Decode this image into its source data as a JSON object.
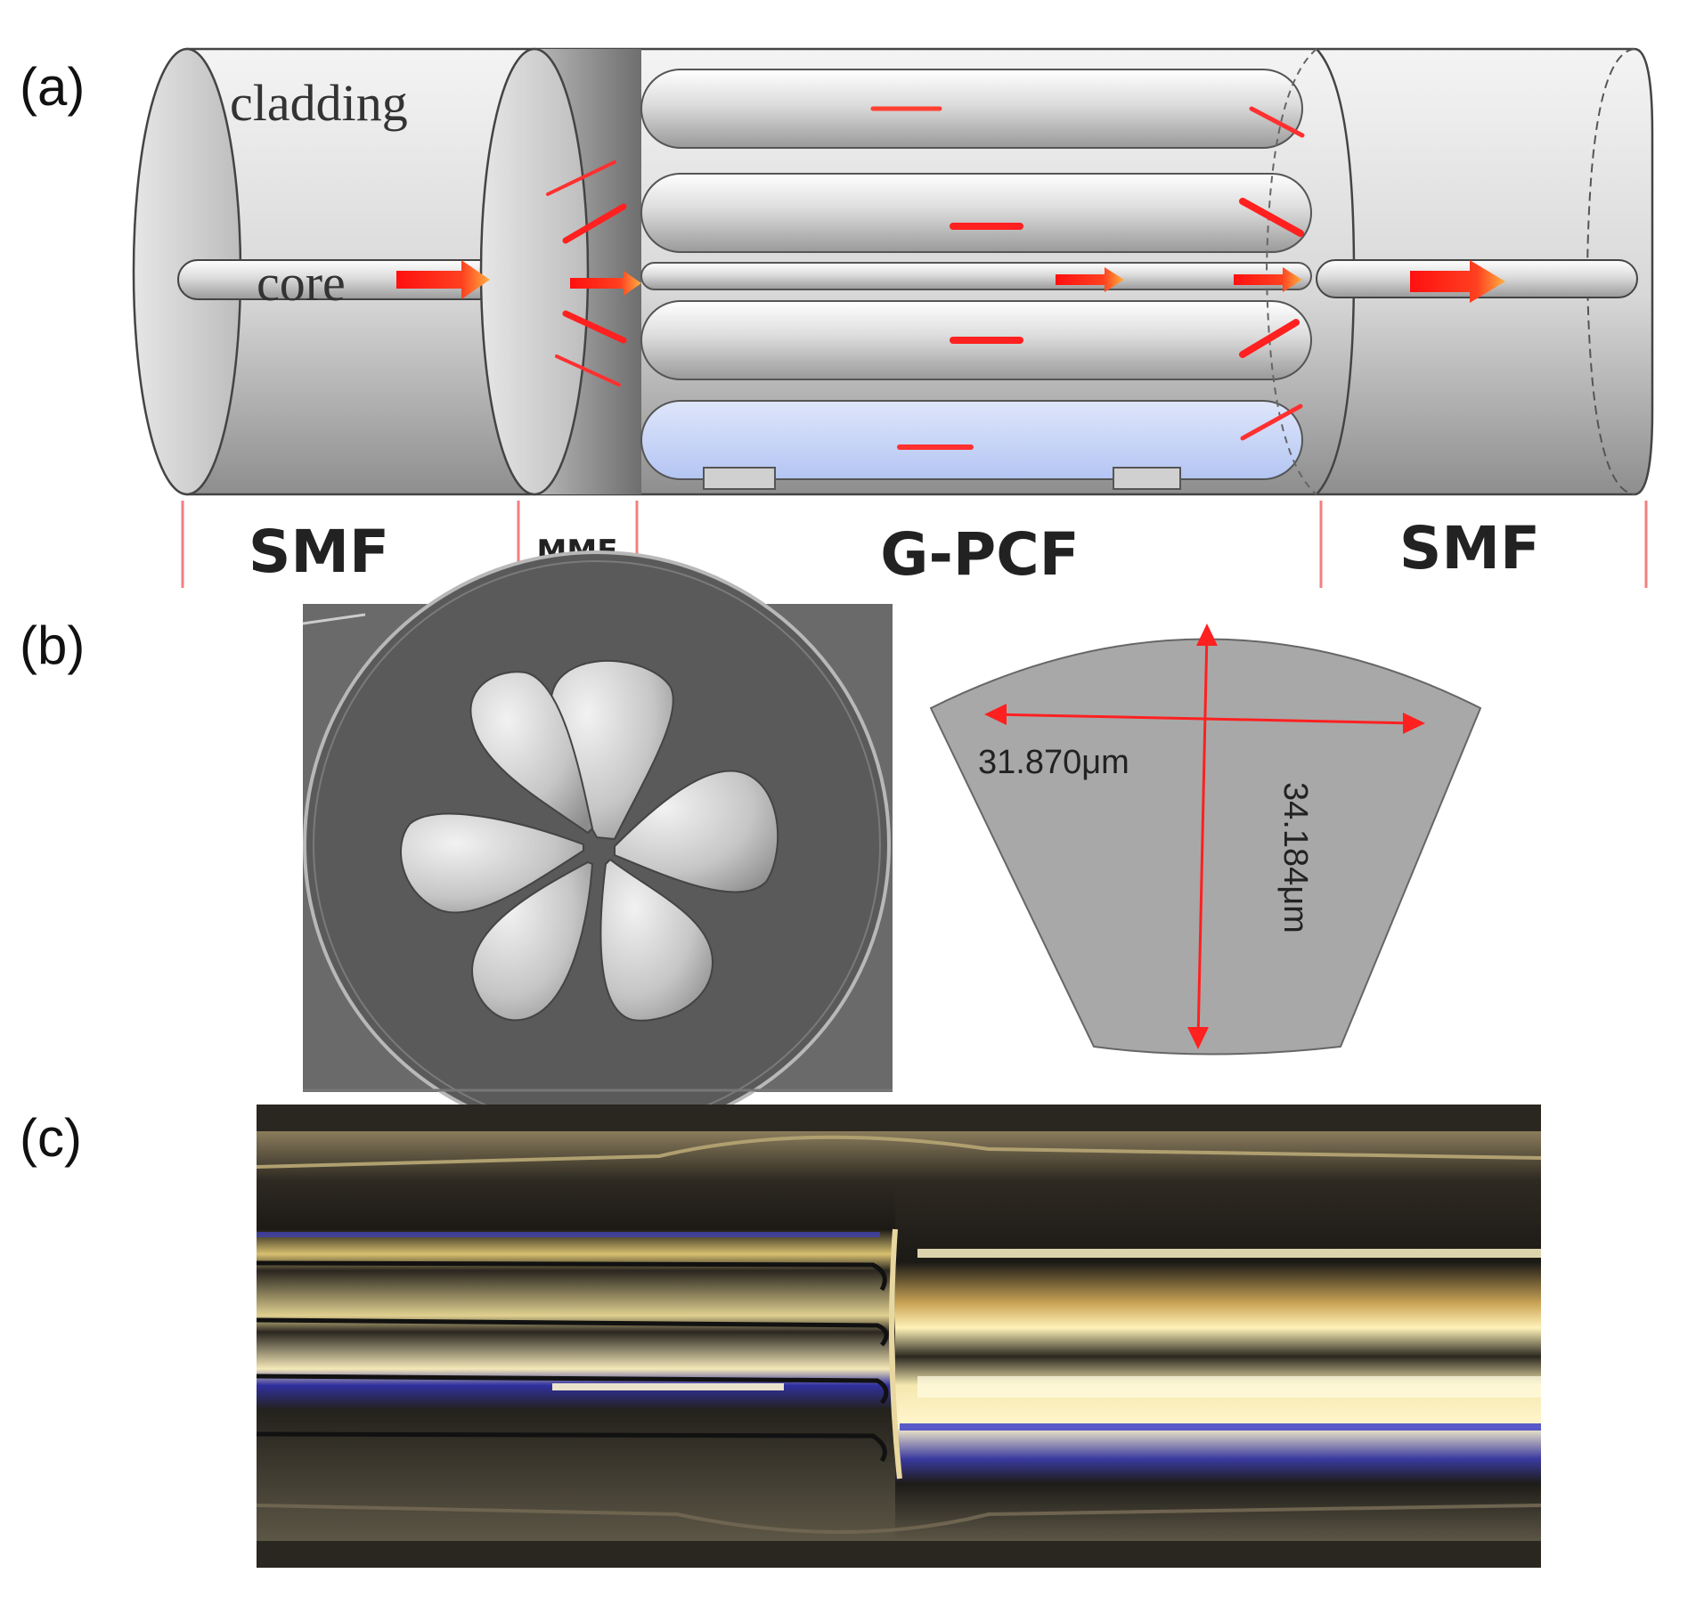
{
  "panels": {
    "a": {
      "label": "(a)",
      "cladding_label": "cladding",
      "core_label": "core",
      "sections": [
        "SMF",
        "MMF",
        "G-PCF",
        "SMF"
      ]
    },
    "b": {
      "label": "(b)",
      "width_label": "31.870μm",
      "height_label": "34.184μm"
    },
    "c": {
      "label": "(c)"
    }
  },
  "colors": {
    "arrow_red": "#ff2020",
    "arrow_orange": "#ffb040",
    "boundary_line": "#f08080",
    "fiber_gray": "#d4d4d4",
    "liquid_blue": "#c8d6f8",
    "sem_background": "#5e5e5e",
    "cross_section_fill": "#a8a8a8"
  }
}
